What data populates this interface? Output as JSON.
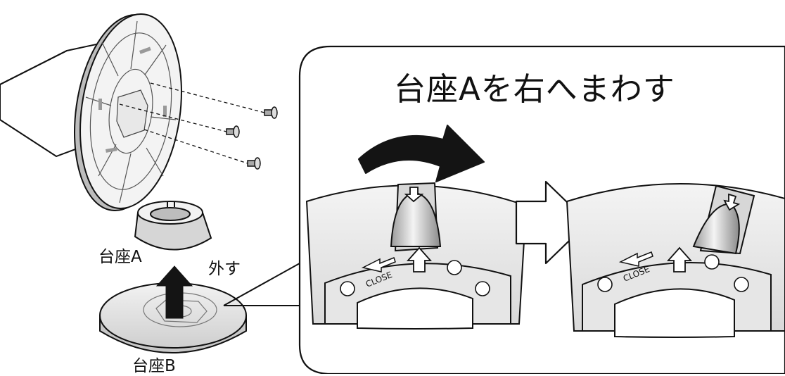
{
  "labels": {
    "base_a": "台座A",
    "remove": "外す",
    "base_b": "台座B"
  },
  "callout": {
    "title": "台座Aを右へまわす",
    "close_text_left": "CLOSE",
    "close_text_right": "CLOSE"
  },
  "colors": {
    "line": "#111111",
    "ring": "#f0f0f0",
    "ring_inner": "#e6e6e6",
    "dark_arrow": "#141414"
  },
  "icons": {
    "rotate": "curved-arrow-right-icon",
    "next": "hollow-arrow-right-icon",
    "lift": "arrow-up-icon",
    "close_direction": "arrow-left-icon"
  }
}
